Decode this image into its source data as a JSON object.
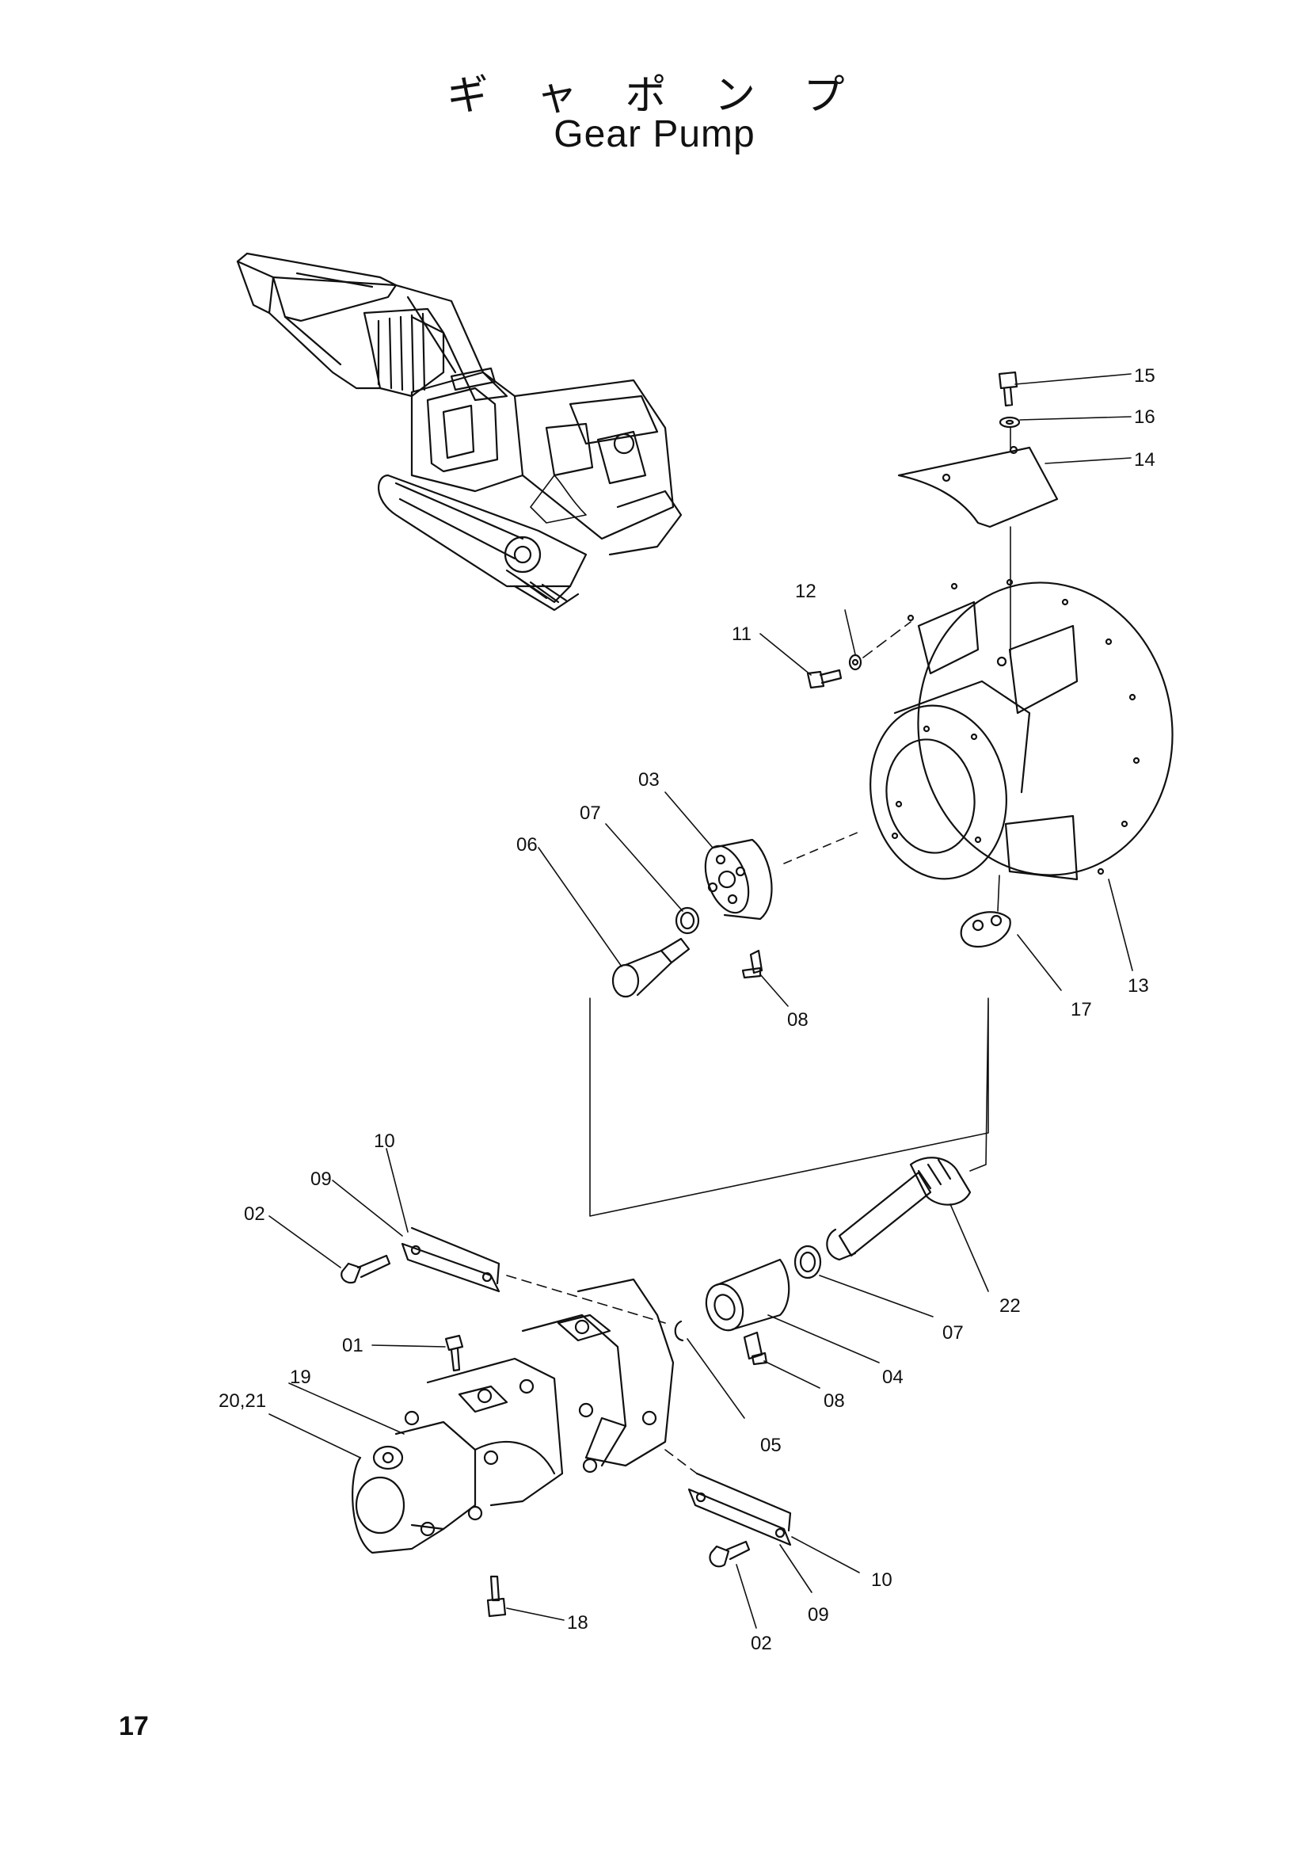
{
  "header": {
    "title_jp": "ギ ャ ポ ン プ",
    "title_en": "Gear Pump"
  },
  "page_number": "17",
  "callouts": [
    "15",
    "16",
    "14",
    "12",
    "11",
    "03",
    "07",
    "06",
    "08",
    "13",
    "17",
    "10",
    "09",
    "02",
    "22",
    "07",
    "01",
    "04",
    "08",
    "19",
    "20,21",
    "05",
    "10",
    "09",
    "02",
    "18"
  ]
}
